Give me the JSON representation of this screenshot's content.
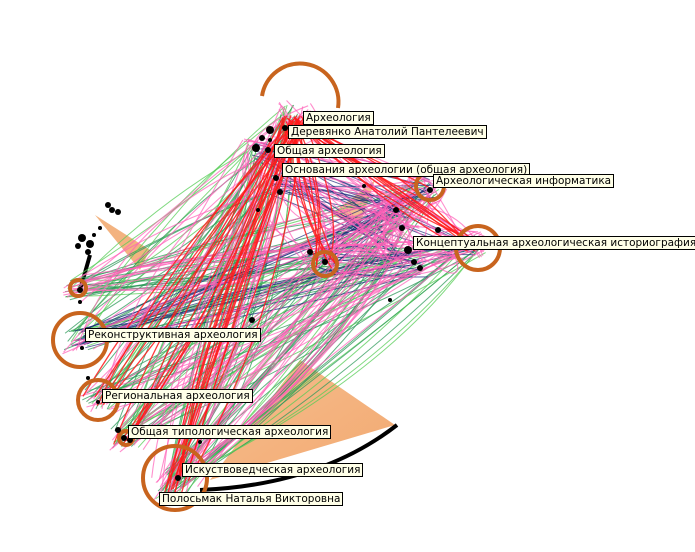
{
  "labels": [
    {
      "key": "arch",
      "text": "Археология"
    },
    {
      "key": "derev",
      "text": "Деревянко Анатолий Пантелеевич"
    },
    {
      "key": "obsh",
      "text": "Общая археология"
    },
    {
      "key": "osn",
      "text": "Основания археологии (общая археология)"
    },
    {
      "key": "inform",
      "text": "Археологическая информатика"
    },
    {
      "key": "konc",
      "text": "Концептуальная археологическая историография"
    },
    {
      "key": "rekon",
      "text": "Реконструктивная археология"
    },
    {
      "key": "region",
      "text": "Региональная археология"
    },
    {
      "key": "tipol",
      "text": "Общая типологическая археология"
    },
    {
      "key": "iskus",
      "text": "Искуствоведческая археология"
    },
    {
      "key": "polos",
      "text": "Полосьмак Наталья Викторовна"
    }
  ],
  "colors": {
    "red": "#ff1a1a",
    "pink": "#ff5fb8",
    "green": "#2e9a5a",
    "lightgreen": "#55cc55",
    "navy": "#1b2a7a",
    "orange": "#f0a060",
    "ring": "#c8641e",
    "node": "#000000"
  }
}
